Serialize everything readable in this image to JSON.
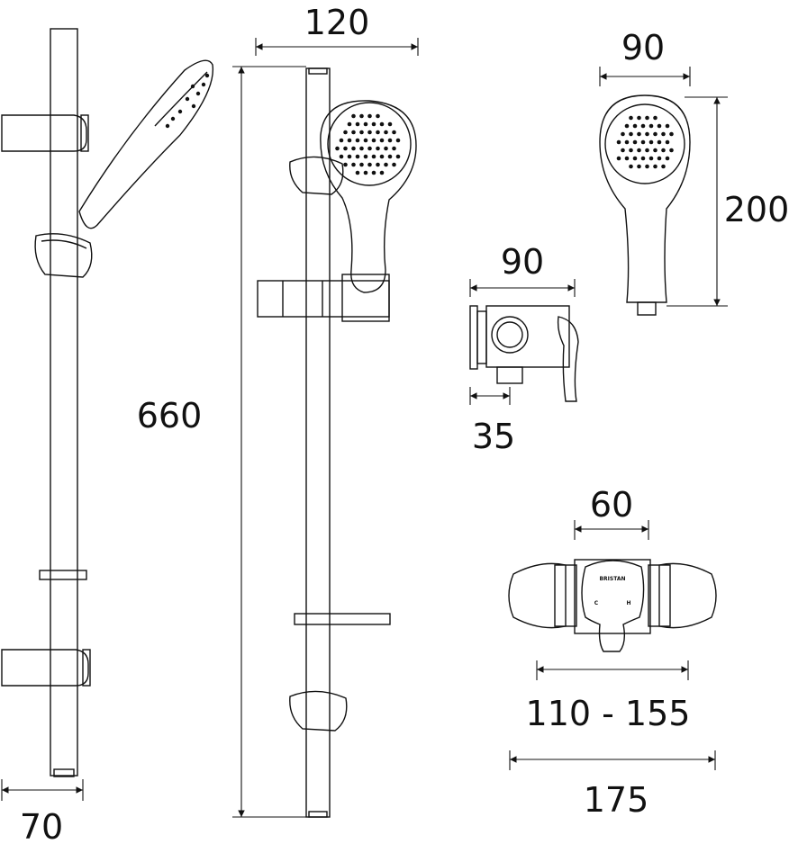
{
  "dimensions": {
    "riser_depth": "70",
    "riser_height": "660",
    "riser_width": "120",
    "handset_width": "90",
    "handset_height": "200",
    "bracket_width": "90",
    "bracket_depth": "35",
    "valve_body": "60",
    "valve_centres": "110 - 155",
    "valve_overall": "175"
  },
  "valve": {
    "brand_mark": "BRISTAN",
    "cold_mark": "C",
    "hot_mark": "H"
  }
}
